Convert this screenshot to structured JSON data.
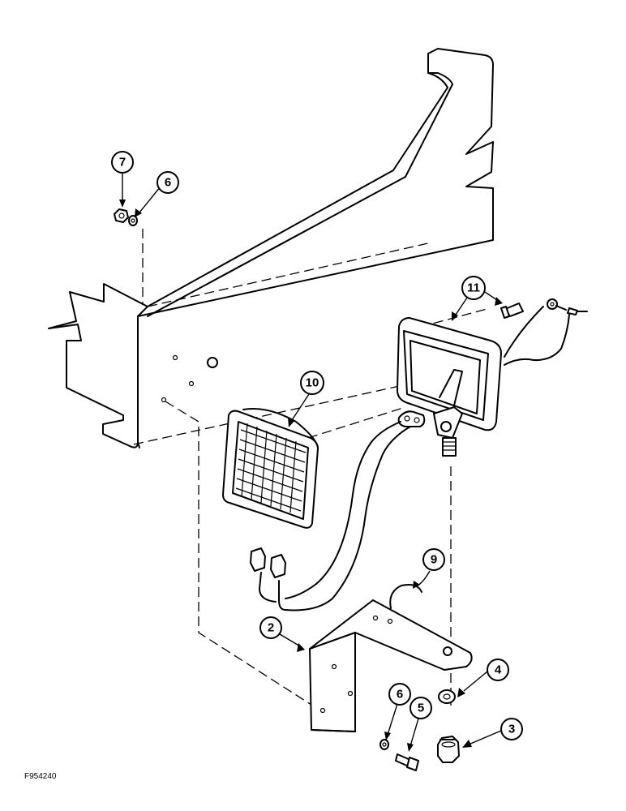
{
  "figure_id": "F954240",
  "callouts": [
    {
      "label": "7"
    },
    {
      "label": "6"
    },
    {
      "label": "11"
    },
    {
      "label": "10"
    },
    {
      "label": "9"
    },
    {
      "label": "2"
    },
    {
      "label": "4"
    },
    {
      "label": "6"
    },
    {
      "label": "5"
    },
    {
      "label": "3"
    }
  ]
}
